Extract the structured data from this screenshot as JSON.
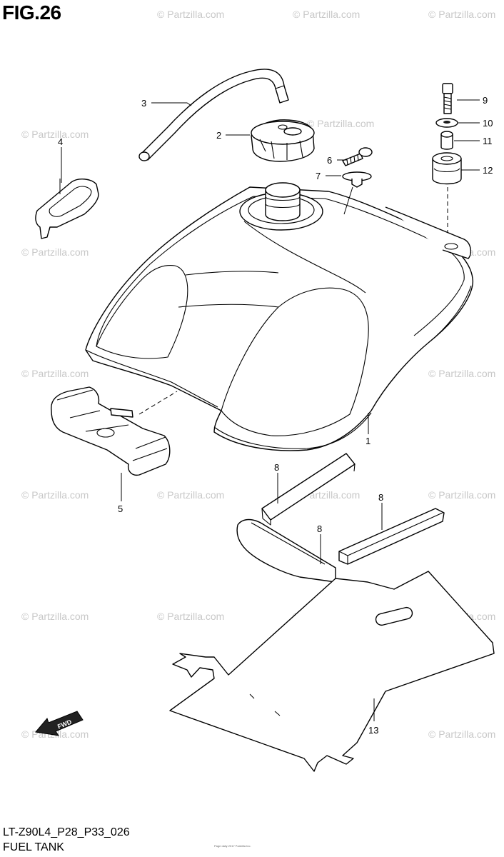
{
  "figure": {
    "number": "FIG.26",
    "code": "LT-Z90L4_P28_P33_026",
    "name": "FUEL TANK",
    "footer_small": "Page daily 2017 Partzilla Inc."
  },
  "watermark": "© Partzilla.com",
  "callouts": [
    {
      "id": "c1",
      "text": "1"
    },
    {
      "id": "c2",
      "text": "2"
    },
    {
      "id": "c3",
      "text": "3"
    },
    {
      "id": "c4",
      "text": "4"
    },
    {
      "id": "c5",
      "text": "5"
    },
    {
      "id": "c6",
      "text": "6"
    },
    {
      "id": "c7",
      "text": "7"
    },
    {
      "id": "c8a",
      "text": "8"
    },
    {
      "id": "c8b",
      "text": "8"
    },
    {
      "id": "c8c",
      "text": "8"
    },
    {
      "id": "c9",
      "text": "9"
    },
    {
      "id": "c10",
      "text": "10"
    },
    {
      "id": "c11",
      "text": "11"
    },
    {
      "id": "c12",
      "text": "12"
    },
    {
      "id": "c13",
      "text": "13"
    }
  ],
  "fwd_label": "FWD"
}
